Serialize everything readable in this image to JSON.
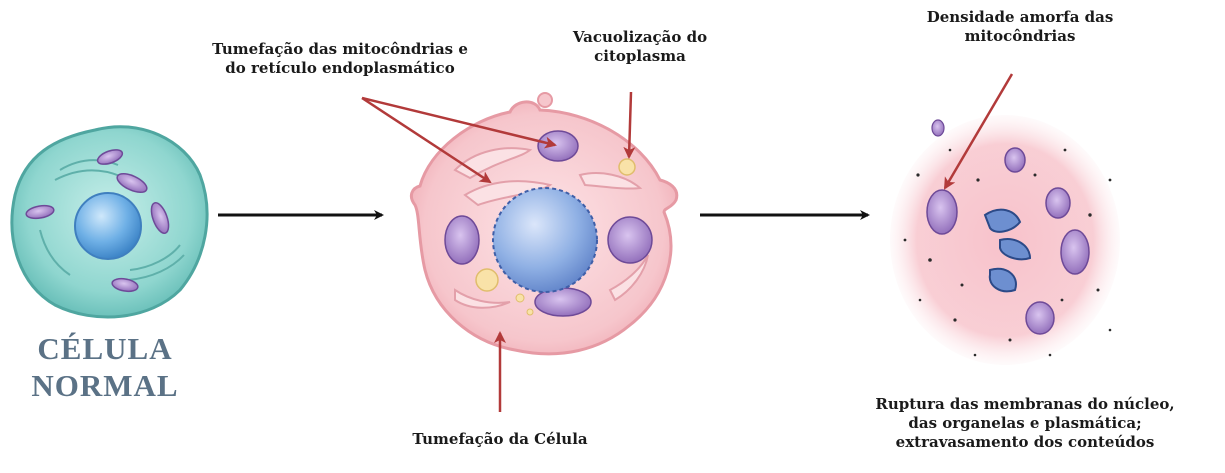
{
  "labels": {
    "normal_line1": "CÉLULA",
    "normal_line2": "NORMAL",
    "mito_swelling_line1": "Tumefação das mitocôndrias e",
    "mito_swelling_line2": "do retículo endoplasmático",
    "vacuolization_line1": "Vacuolização do",
    "vacuolization_line2": "citoplasma",
    "amorphous_line1": "Densidade amorfa das",
    "amorphous_line2": "mitocôndrias",
    "cell_swelling": "Tumefação da Célula",
    "rupture_line1": "Ruptura das membranas do núcleo,",
    "rupture_line2": "das organelas e plasmática;",
    "rupture_line3": "extravasamento dos conteúdos"
  },
  "colors": {
    "normal_cytoplasm": "#8fd6cf",
    "normal_nucleus": "#5fa8e0",
    "swollen_cytoplasm": "#f6c6cc",
    "swollen_nucleus": "#7a9fdc",
    "mitochondria": "#8e6ab8",
    "pointer_arrow": "#b23a3a",
    "flow_arrow": "#111111",
    "title_text": "#5b7286"
  }
}
